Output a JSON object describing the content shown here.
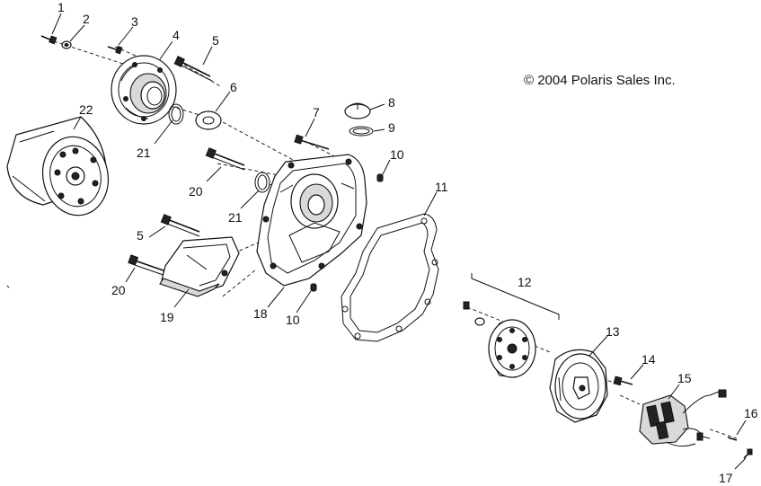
{
  "copyright": "© 2004 Polaris Sales Inc.",
  "callouts": [
    {
      "id": "c1",
      "label": "1"
    },
    {
      "id": "c2",
      "label": "2"
    },
    {
      "id": "c3",
      "label": "3"
    },
    {
      "id": "c4",
      "label": "4"
    },
    {
      "id": "c5a",
      "label": "5"
    },
    {
      "id": "c6",
      "label": "6"
    },
    {
      "id": "c7",
      "label": "7"
    },
    {
      "id": "c8",
      "label": "8"
    },
    {
      "id": "c9",
      "label": "9"
    },
    {
      "id": "c10a",
      "label": "10"
    },
    {
      "id": "c11",
      "label": "11"
    },
    {
      "id": "c12",
      "label": "12"
    },
    {
      "id": "c13",
      "label": "13"
    },
    {
      "id": "c14",
      "label": "14"
    },
    {
      "id": "c15",
      "label": "15"
    },
    {
      "id": "c16",
      "label": "16"
    },
    {
      "id": "c17",
      "label": "17"
    },
    {
      "id": "c18",
      "label": "18"
    },
    {
      "id": "c19",
      "label": "19"
    },
    {
      "id": "c20a",
      "label": "20"
    },
    {
      "id": "c20b",
      "label": "20"
    },
    {
      "id": "c21a",
      "label": "21"
    },
    {
      "id": "c21b",
      "label": "21"
    },
    {
      "id": "c22",
      "label": "22"
    },
    {
      "id": "c5b",
      "label": "5"
    },
    {
      "id": "c10b",
      "label": "10"
    }
  ]
}
